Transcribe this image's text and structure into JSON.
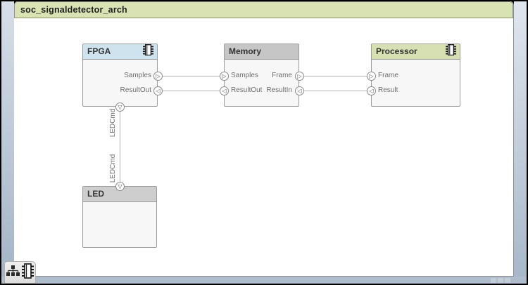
{
  "window": {
    "title": "soc_signaldetector_arch"
  },
  "glyphs": {
    "out_right": "▷",
    "in_left": "◁",
    "down": "▽"
  },
  "diagram": {
    "blocks": [
      {
        "title": "FPGA",
        "header_color": "#cfe3ef",
        "has_chip_icon": true,
        "ports": [
          {
            "label": "Samples",
            "side": "right",
            "glyph": "out_right"
          },
          {
            "label": "ResultOut",
            "side": "right",
            "glyph": "in_left"
          },
          {
            "label": "",
            "side": "bottom",
            "glyph": "down"
          }
        ]
      },
      {
        "title": "Memory",
        "header_color": "#c6c6c6",
        "has_chip_icon": false,
        "ports": [
          {
            "label": "Samples",
            "side": "left",
            "glyph": "out_right"
          },
          {
            "label": "ResultOut",
            "side": "left",
            "glyph": "in_left"
          },
          {
            "label": "Frame",
            "side": "right",
            "glyph": "out_right"
          },
          {
            "label": "ResultIn",
            "side": "right",
            "glyph": "in_left"
          }
        ]
      },
      {
        "title": "Processor",
        "header_color": "#d6e0b2",
        "has_chip_icon": true,
        "ports": [
          {
            "label": "Frame",
            "side": "left",
            "glyph": "out_right"
          },
          {
            "label": "Result",
            "side": "left",
            "glyph": "in_left"
          }
        ]
      },
      {
        "title": "LED",
        "header_color": "#cecece",
        "has_chip_icon": false,
        "ports": [
          {
            "label": "",
            "side": "top",
            "glyph": "down"
          }
        ]
      }
    ],
    "wire_labels": [
      "LEDCmd",
      "LEDCmd"
    ]
  },
  "overlay": {
    "icons": [
      "hierarchy-icon",
      "chip-icon"
    ]
  },
  "colors": {
    "titlebar_bg": "#d8e2b3",
    "fpga_header": "#cfe3ef",
    "memory_header": "#c6c6c6",
    "processor_header": "#d6e0b2",
    "led_header": "#cecece",
    "canvas_bg": "#ffffff",
    "frame_strip": "#aebccb",
    "wire": "#b2b2b2",
    "port_label_text": "#6f6f6f"
  }
}
